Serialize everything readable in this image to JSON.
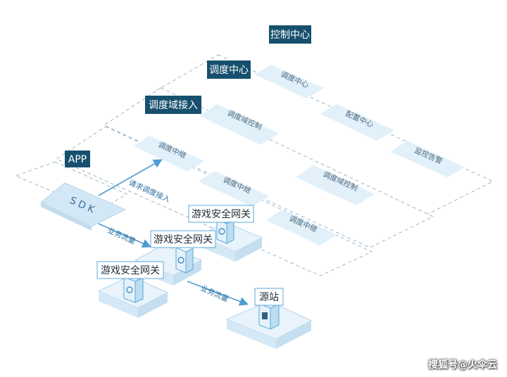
{
  "layers": {
    "control": "控制中心",
    "dispatch": "调度中心",
    "access": "调度域接入",
    "app": "APP"
  },
  "control_items": [
    "调度中心",
    "配置中心",
    "监控告警"
  ],
  "dispatch_items": [
    "调度域控制",
    "调度域控制"
  ],
  "access_items": [
    "调度中继",
    "调度中继",
    "调度中继"
  ],
  "sdk_label": "SDK",
  "flows": {
    "request": "请求调度接入",
    "business_1": "业务流量",
    "business_2": "业务流量"
  },
  "gateways": [
    "游戏安全网关",
    "游戏安全网关",
    "游戏安全网关"
  ],
  "origin": "源站",
  "watermark": "搜狐号@火伞云",
  "colors": {
    "tag_bg": "#16506e",
    "tile_fill": "#e2f0fa",
    "dash_stroke": "#9fb6c6",
    "arrow": "#4b9bd2",
    "box_blue": "#5aa9dc"
  }
}
